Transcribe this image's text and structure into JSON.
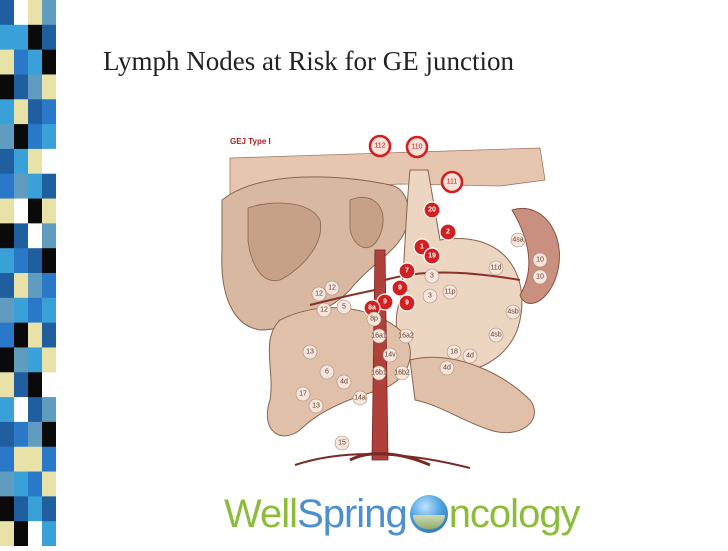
{
  "slide": {
    "title": "Lymph Nodes at Risk for GE junction"
  },
  "figure": {
    "panel_label": "GEJ Type I",
    "nodes": [
      {
        "label": "112",
        "style": "ring"
      },
      {
        "label": "110",
        "style": "ring"
      },
      {
        "label": "111",
        "style": "ring"
      },
      {
        "label": "20",
        "style": "red"
      },
      {
        "label": "2",
        "style": "red"
      },
      {
        "label": "1",
        "style": "red"
      },
      {
        "label": "19",
        "style": "red"
      },
      {
        "label": "7",
        "style": "red"
      },
      {
        "label": "9",
        "style": "red"
      },
      {
        "label": "9",
        "style": "red"
      },
      {
        "label": "9",
        "style": "red"
      },
      {
        "label": "8a",
        "style": "red"
      },
      {
        "label": "3",
        "style": "plain"
      },
      {
        "label": "3",
        "style": "plain"
      },
      {
        "label": "4sa",
        "style": "plain"
      },
      {
        "label": "10",
        "style": "plain"
      },
      {
        "label": "10",
        "style": "plain"
      },
      {
        "label": "11d",
        "style": "plain"
      },
      {
        "label": "11p",
        "style": "plain"
      },
      {
        "label": "4sb",
        "style": "plain"
      },
      {
        "label": "4sb",
        "style": "plain"
      },
      {
        "label": "12",
        "style": "plain"
      },
      {
        "label": "12",
        "style": "plain"
      },
      {
        "label": "12",
        "style": "plain"
      },
      {
        "label": "5",
        "style": "plain"
      },
      {
        "label": "8p",
        "style": "plain"
      },
      {
        "label": "16a1",
        "style": "plain"
      },
      {
        "label": "16a2",
        "style": "plain"
      },
      {
        "label": "14v",
        "style": "plain"
      },
      {
        "label": "18",
        "style": "plain"
      },
      {
        "label": "4d",
        "style": "plain"
      },
      {
        "label": "4d",
        "style": "plain"
      },
      {
        "label": "13",
        "style": "plain"
      },
      {
        "label": "6",
        "style": "plain"
      },
      {
        "label": "4d",
        "style": "plain"
      },
      {
        "label": "16b1",
        "style": "plain"
      },
      {
        "label": "16b2",
        "style": "plain"
      },
      {
        "label": "17",
        "style": "plain"
      },
      {
        "label": "13",
        "style": "plain"
      },
      {
        "label": "14a",
        "style": "plain"
      },
      {
        "label": "15",
        "style": "plain"
      }
    ]
  },
  "logo": {
    "part1": "Well",
    "part2": "Spring",
    "part3": "ncology"
  },
  "colors": {
    "sidebar_palette": [
      "#1f5fa0",
      "#3aa0d8",
      "#e8e2a8",
      "#0a0a0a",
      "#5f9cc0",
      "#ffffff",
      "#2a79c8"
    ],
    "title": "#222222",
    "node_red": "#d22020"
  }
}
